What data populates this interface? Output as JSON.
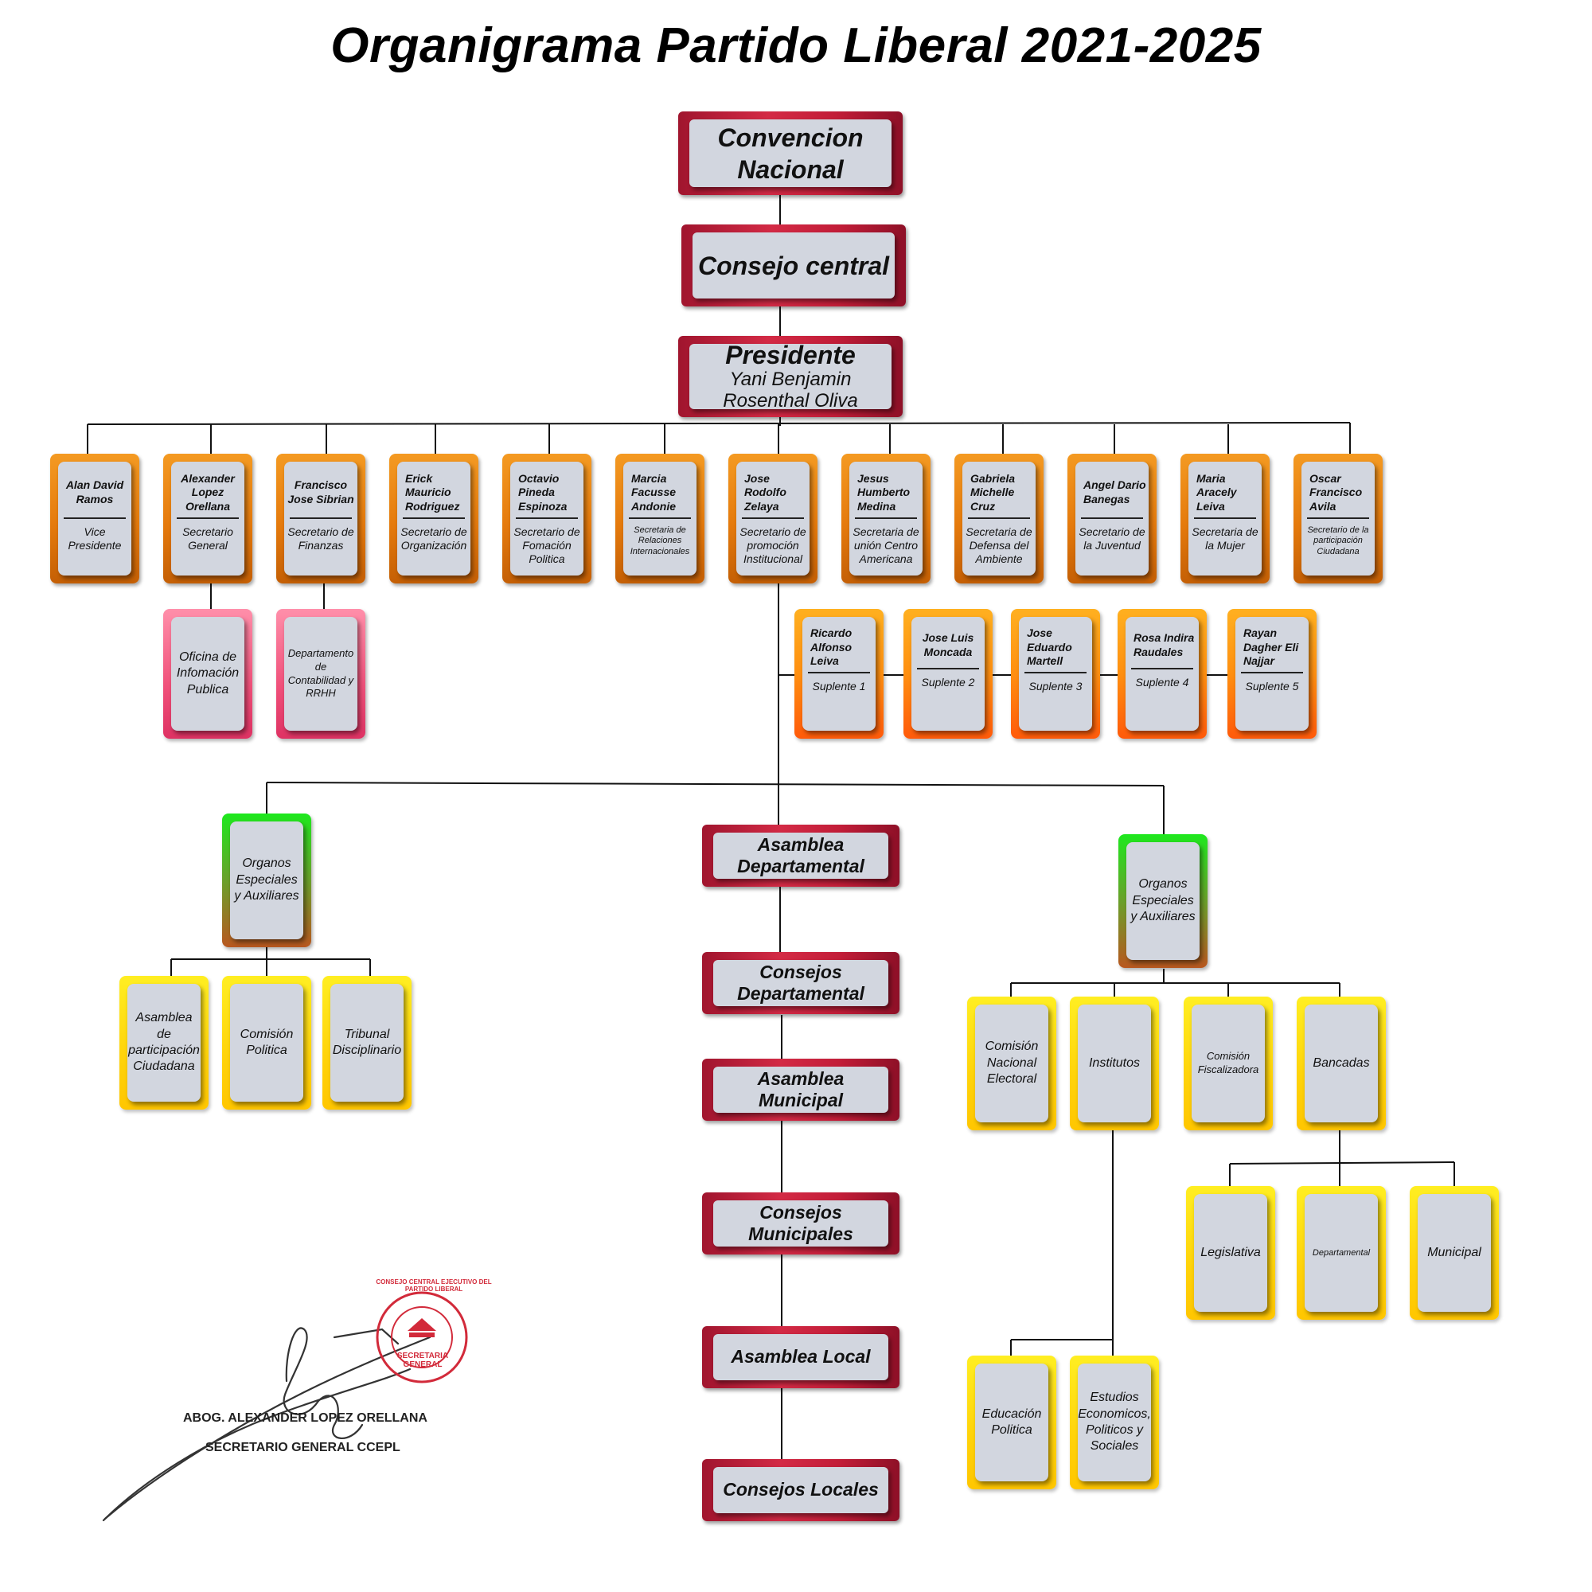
{
  "title": "Organigrama Partido Liberal 2021-2025",
  "top_chain": {
    "convencion": "Convencion Nacional",
    "consejo": "Consejo central",
    "presidente_title": "Presidente",
    "presidente_name": "Yani Benjamin Rosenthal Oliva"
  },
  "officers": [
    {
      "name": "Alan David Ramos",
      "role": "Vice Presidente"
    },
    {
      "name": "Alexander Lopez Orellana",
      "role": "Secretario General"
    },
    {
      "name": "Francisco Jose Sibrian",
      "role": "Secretario de Finanzas"
    },
    {
      "name": "Erick Mauricio Rodriguez",
      "role": "Secretario de Organización"
    },
    {
      "name": "Octavio Pineda Espinoza",
      "role": "Secretario de Fomación Politica"
    },
    {
      "name": "Marcia Facusse Andonie",
      "role": "Secretaria de Relaciones Internacionales"
    },
    {
      "name": "Jose Rodolfo Zelaya",
      "role": "Secretario de promoción Institucional"
    },
    {
      "name": "Jesus Humberto Medina",
      "role": "Secretaria de unión Centro Americana"
    },
    {
      "name": "Gabriela Michelle Cruz",
      "role": "Secretaria de Defensa del Ambiente"
    },
    {
      "name": "Angel Dario Banegas",
      "role": "Secretario de la Juventud"
    },
    {
      "name": "Maria Aracely Leiva",
      "role": "Secretaria de la Mujer"
    },
    {
      "name": "Oscar Francisco Avila",
      "role": "Secretario de la participación Ciudadana"
    }
  ],
  "sub_offices": [
    {
      "label": "Oficina de Infomación Publica"
    },
    {
      "label": "Departamento de Contabilidad y RRHH"
    }
  ],
  "suplentes": [
    {
      "name": "Ricardo Alfonso Leiva",
      "role": "Suplente 1"
    },
    {
      "name": "Jose Luis Moncada",
      "role": "Suplente 2"
    },
    {
      "name": "Jose Eduardo Martell",
      "role": "Suplente 3"
    },
    {
      "name": "Rosa Indira Raudales",
      "role": "Suplente 4"
    },
    {
      "name": "Rayan Dagher Eli Najjar",
      "role": "Suplente 5"
    }
  ],
  "central_chain": [
    {
      "label": "Asamblea Departamental"
    },
    {
      "label": "Consejos Departamental"
    },
    {
      "label": "Asamblea Municipal"
    },
    {
      "label": "Consejos Municipales"
    },
    {
      "label": "Asamblea Local"
    },
    {
      "label": "Consejos Locales"
    }
  ],
  "left_organ": {
    "label": "Organos Especiales y Auxiliares",
    "children": [
      {
        "label": "Asamblea de participación Ciudadana"
      },
      {
        "label": "Comisión Politica"
      },
      {
        "label": "Tribunal Disciplinario"
      }
    ]
  },
  "right_organ": {
    "label": "Organos Especiales y Auxiliares",
    "children": [
      {
        "label": "Comisión Nacional Electoral"
      },
      {
        "label": "Institutos"
      },
      {
        "label": "Comisión Fiscalizadora"
      },
      {
        "label": "Bancadas"
      }
    ],
    "institutos_children": [
      {
        "label": "Educación Politica"
      },
      {
        "label": "Estudios Economicos, Politicos y Sociales"
      }
    ],
    "bancadas_children": [
      {
        "label": "Legislativa"
      },
      {
        "label": "Departamental"
      },
      {
        "label": "Municipal"
      }
    ]
  },
  "signature": {
    "name": "ABOG. ALEXANDER LOPEZ ORELLANA",
    "position": "SECRETARIO GENERAL CCEPL",
    "seal_text": "SECRETARIA GENERAL",
    "seal_ring": "CONSEJO CENTRAL EJECUTIVO DEL PARTIDO LIBERAL"
  },
  "colors": {
    "red_frame": "#c21d38",
    "orange_frame": "#e57a0c",
    "amber_frame": "#ff8f10",
    "pink_frame": "#f0507a",
    "green_frame": "#1ee81e",
    "yellow_frame": "#ffd30a",
    "card_fill": "#d2d6df",
    "seal": "#d22a3a"
  }
}
